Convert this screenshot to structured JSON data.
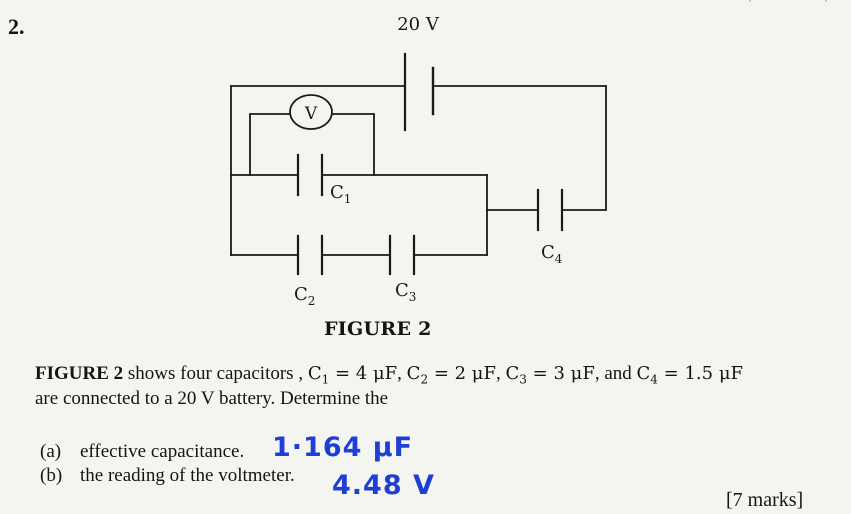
{
  "question": {
    "number": "2.",
    "figure_caption": "FIGURE 2",
    "intro_bold": "FIGURE 2",
    "intro_rest": " shows four capacitors , ",
    "capacitors": [
      {
        "name": "C",
        "sub": "1",
        "value": "4 μF"
      },
      {
        "name": "C",
        "sub": "2",
        "value": "2 μF"
      },
      {
        "name": "C",
        "sub": "3",
        "value": "3 μF"
      },
      {
        "name": "C",
        "sub": "4",
        "value": "1.5 μF"
      }
    ],
    "line2": "are connected to a 20 V battery. Determine the",
    "parts": [
      {
        "label": "(a)",
        "text": "effective capacitance.",
        "handwritten_answer": "1·164 μF"
      },
      {
        "label": "(b)",
        "text": "the reading of the voltmeter.",
        "handwritten_answer": "4.48 V"
      }
    ],
    "marks": "[7 marks]"
  },
  "circuit": {
    "battery_label": "20 V",
    "voltmeter_label": "V",
    "labels": {
      "c1": {
        "main": "C",
        "sub": "1"
      },
      "c2": {
        "main": "C",
        "sub": "2"
      },
      "c3": {
        "main": "C",
        "sub": "3"
      },
      "c4": {
        "main": "C",
        "sub": "4"
      }
    }
  },
  "colors": {
    "ink": "#141414",
    "handwriting": "#1d3fd6",
    "paper": "#f4f4f1"
  }
}
